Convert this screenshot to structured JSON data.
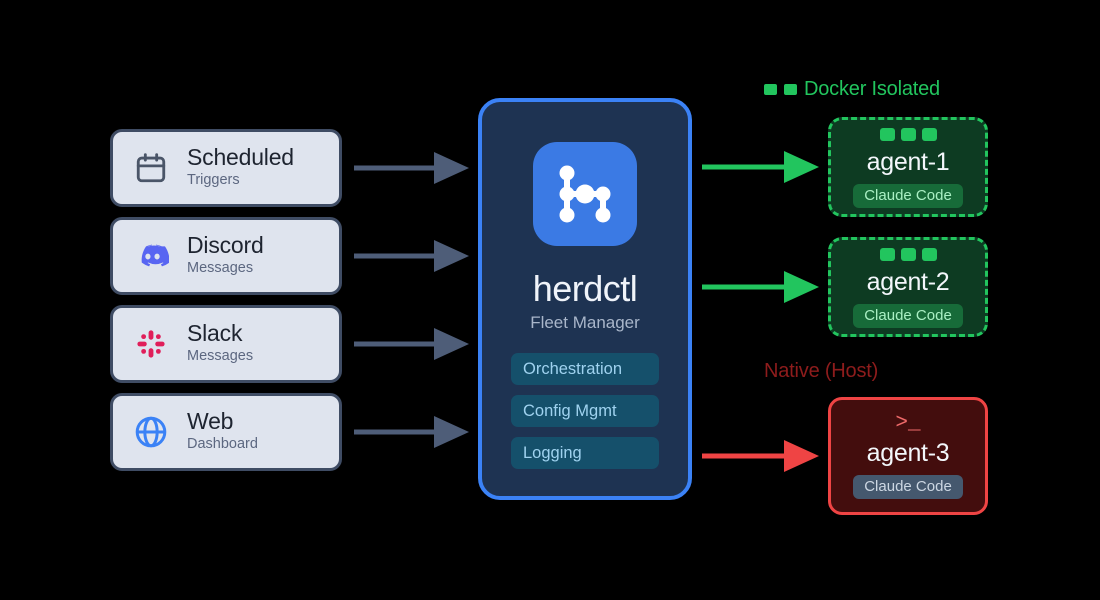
{
  "sources": [
    {
      "title": "Scheduled",
      "subtitle": "Triggers",
      "icon": "calendar-icon",
      "icon_color": "#4a5568"
    },
    {
      "title": "Discord",
      "subtitle": "Messages",
      "icon": "discord-icon",
      "icon_color": "#5865f2"
    },
    {
      "title": "Slack",
      "subtitle": "Messages",
      "icon": "slack-icon",
      "icon_color": "#e01e5a"
    },
    {
      "title": "Web",
      "subtitle": "Dashboard",
      "icon": "globe-icon",
      "icon_color": "#3b82f6"
    }
  ],
  "hub": {
    "title": "herdctl",
    "subtitle": "Fleet Manager",
    "logo_icon": "node-graph-icon",
    "accent_color": "#3b82f6",
    "panel_color": "#1e3352",
    "tags": [
      {
        "label": "Orchestration"
      },
      {
        "label": "Config Mgmt"
      },
      {
        "label": "Logging"
      }
    ]
  },
  "groups": [
    {
      "label": "Docker Isolated",
      "color": "#22c55e",
      "icon": "container-squares-icon"
    },
    {
      "label": "Native (Host)",
      "color": "#8e1c1c",
      "icon": "none"
    }
  ],
  "agents": [
    {
      "name": "agent-1",
      "badge": "Claude Code",
      "runtime": "docker",
      "icon": "three-squares-icon",
      "border_color": "#22c55e",
      "fill_color": "#0d3b22"
    },
    {
      "name": "agent-2",
      "badge": "Claude Code",
      "runtime": "docker",
      "icon": "three-squares-icon",
      "border_color": "#22c55e",
      "fill_color": "#0d3b22"
    },
    {
      "name": "agent-3",
      "badge": "Claude Code",
      "runtime": "native",
      "icon": "terminal-prompt-icon",
      "prompt": ">_",
      "border_color": "#ef4444",
      "fill_color": "#430d0d"
    }
  ],
  "arrows": {
    "input_color": "#4e5d78",
    "docker_color": "#22c55e",
    "native_color": "#ef4444"
  }
}
